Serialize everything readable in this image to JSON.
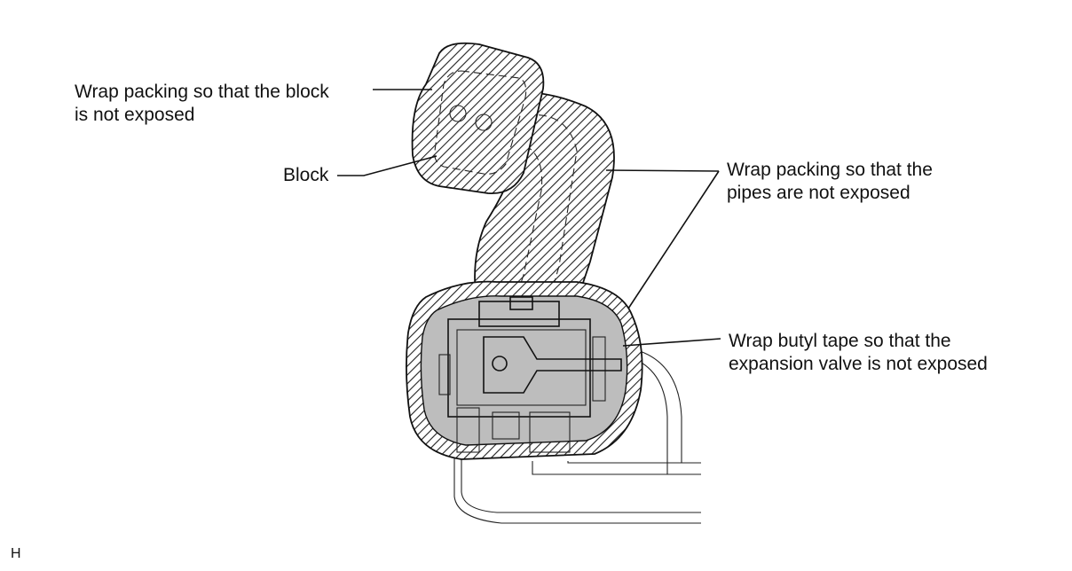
{
  "labels": {
    "block_wrap_line1": "Wrap packing so that the block",
    "block_wrap_line2": "is not exposed",
    "block": "Block",
    "pipes_wrap_line1": "Wrap packing so that the",
    "pipes_wrap_line2": "pipes are not exposed",
    "tape_wrap_line1": "Wrap butyl tape so that the",
    "tape_wrap_line2": "expansion valve is not exposed"
  },
  "figure_id": "H",
  "colors": {
    "line": "#111111",
    "tape_fill": "#bdbdbd",
    "body_fill": "#ffffff"
  }
}
